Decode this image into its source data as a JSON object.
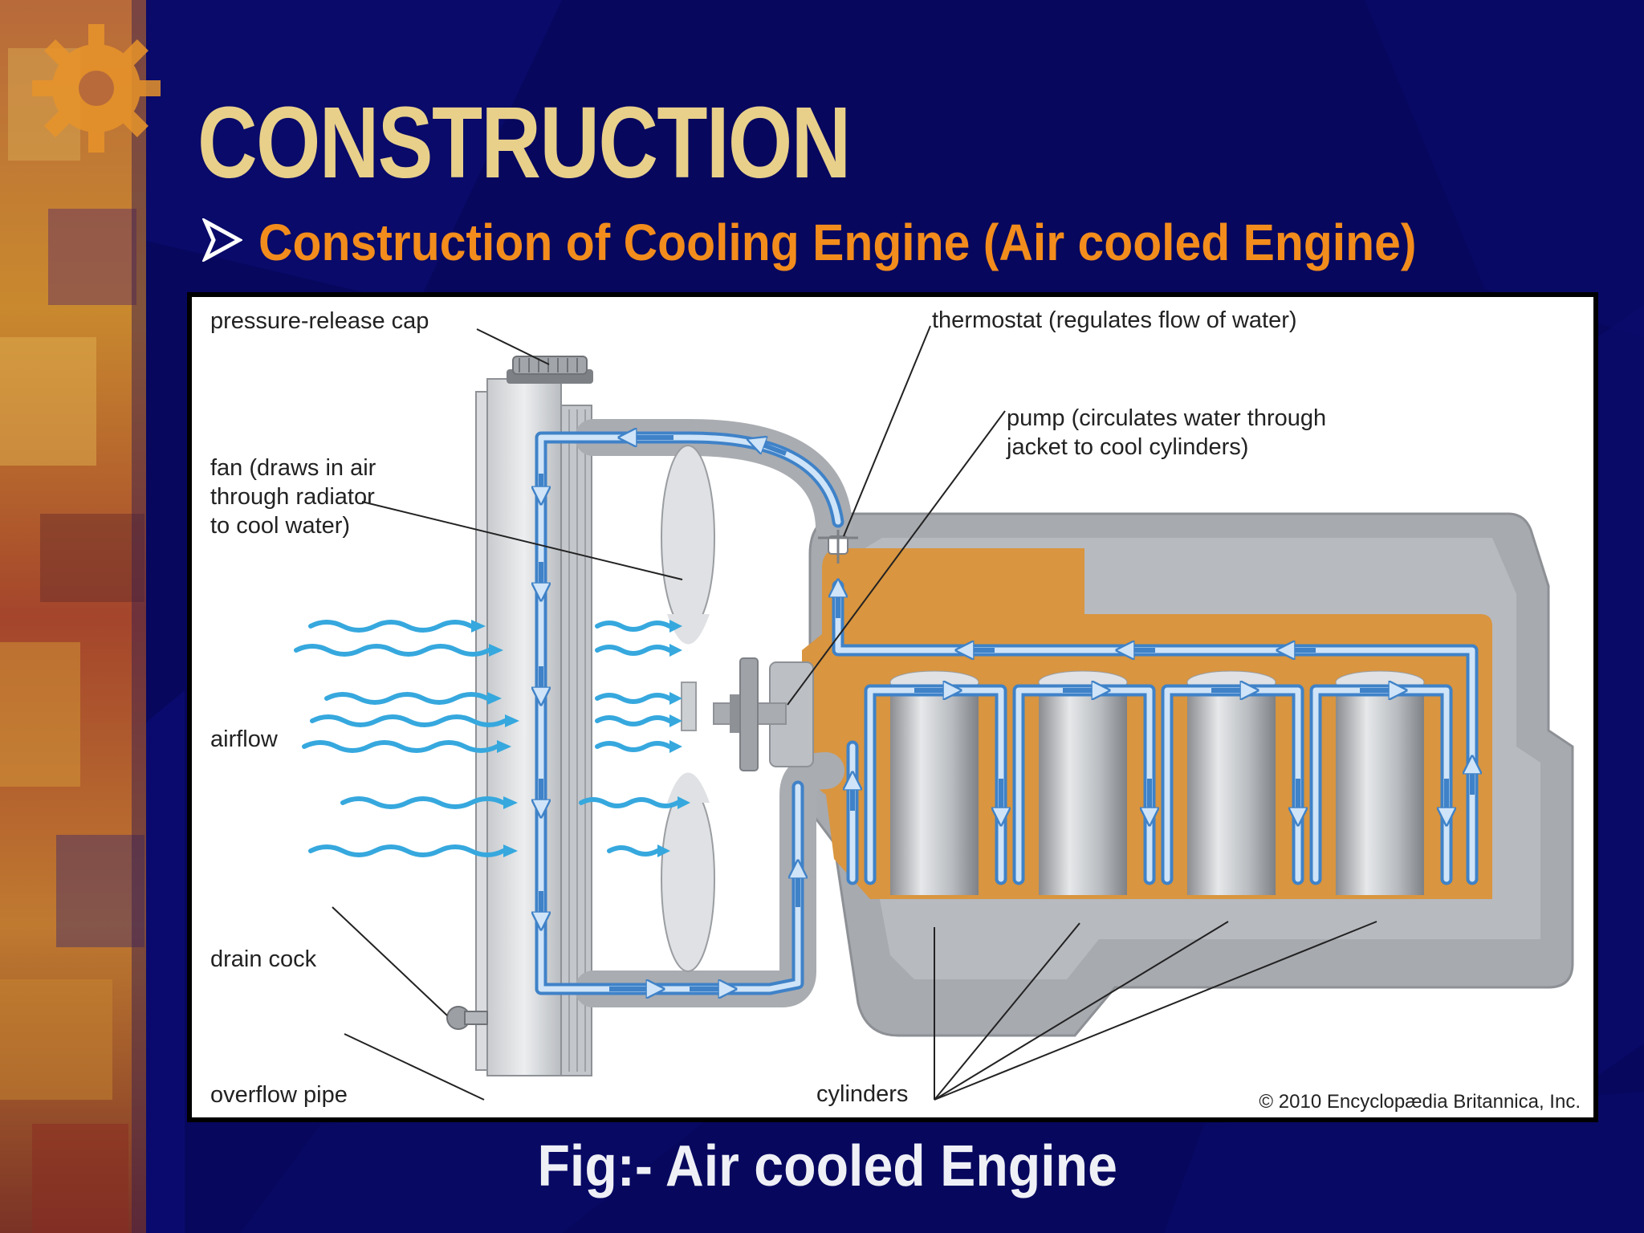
{
  "slide": {
    "title": "CONSTRUCTION",
    "subtitle": "Construction of Cooling Engine (Air cooled Engine)",
    "caption": "Fig:- Air cooled Engine"
  },
  "diagram": {
    "labels": {
      "pressure_release_cap": "pressure-release cap",
      "thermostat": "thermostat (regulates flow of water)",
      "pump_line1": "pump (circulates water through",
      "pump_line2": "jacket to cool cylinders)",
      "fan_line1": "fan (draws in air",
      "fan_line2": "through radiator",
      "fan_line3": "to cool water)",
      "airflow": "airflow",
      "drain_cock": "drain cock",
      "overflow_pipe": "overflow pipe",
      "cylinders": "cylinders",
      "copyright": "© 2010 Encyclopædia Britannica, Inc."
    }
  },
  "colors": {
    "background": "#07075e",
    "title": "#e8d08a",
    "subtitle": "#f28c1c",
    "caption": "#eef0f6",
    "coolant": "#d9953f",
    "flow_arrow": "#5a9fe0",
    "airflow": "#36a8de"
  }
}
